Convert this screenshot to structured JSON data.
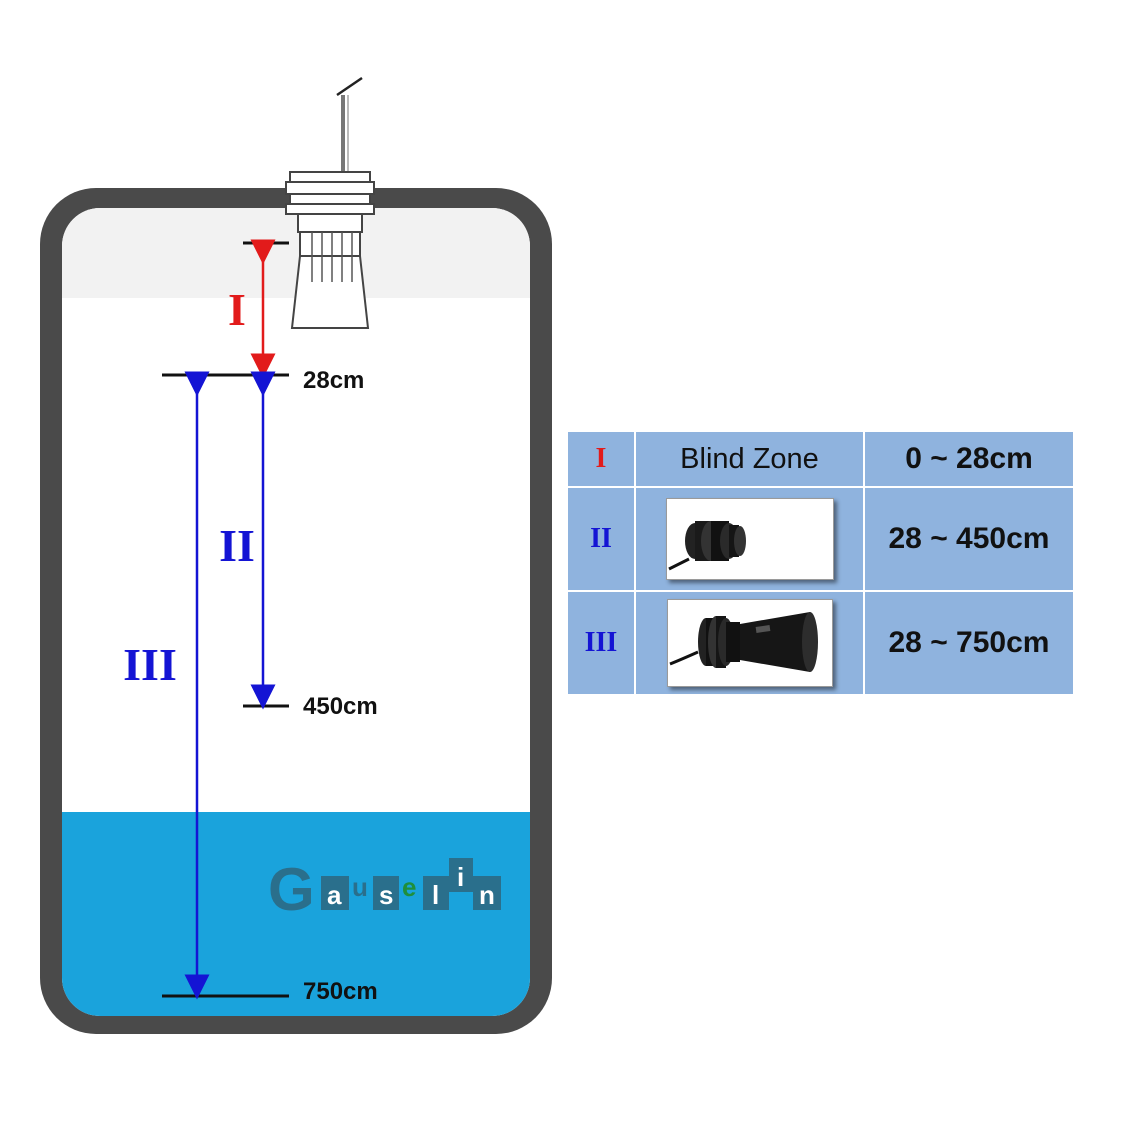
{
  "diagram": {
    "markers": {
      "m1": "28cm",
      "m2": "450cm",
      "m3": "750cm"
    },
    "zones": {
      "z1": "I",
      "z2": "II",
      "z3": "III"
    },
    "brand": {
      "g": "G",
      "a": "a",
      "u": "u",
      "s": "s",
      "e": "e",
      "l": "l",
      "i": "i",
      "n": "n"
    },
    "colors": {
      "tank_wall": "#4a4a4a",
      "water": "#1aa3dc",
      "zone_I": "#e21b1b",
      "zone_II_III": "#1414d4"
    }
  },
  "table": {
    "rows": [
      {
        "zone": "I",
        "description": "Blind Zone",
        "range": "0 ~ 28cm"
      },
      {
        "zone": "II",
        "image": "flat-sensor-photo",
        "range": "28 ~ 450cm"
      },
      {
        "zone": "III",
        "image": "horn-sensor-photo",
        "range": "28 ~ 750cm"
      }
    ],
    "cell_color": "#8fb3de"
  }
}
